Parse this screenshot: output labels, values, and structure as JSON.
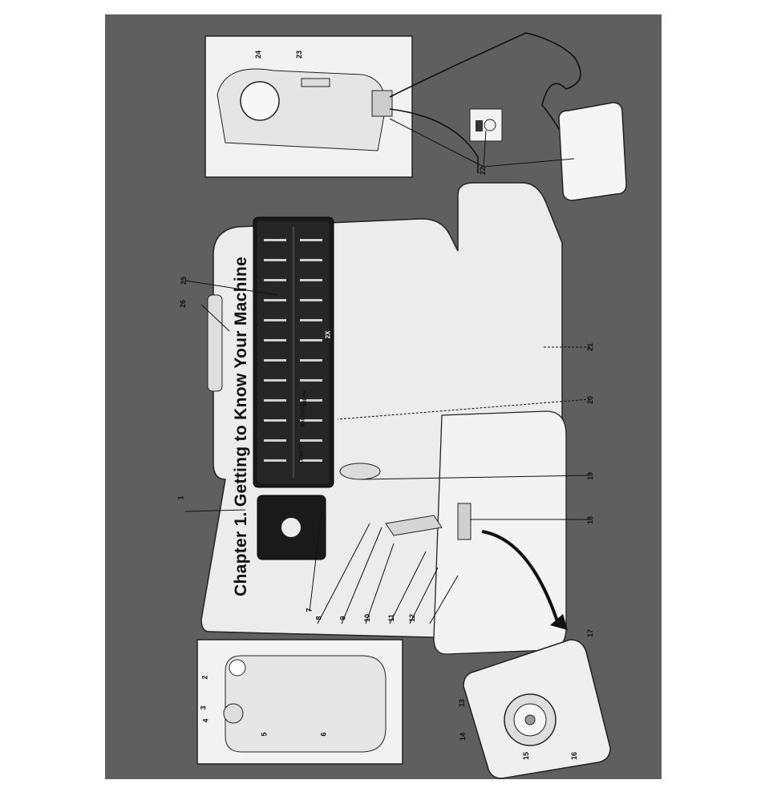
{
  "page": {
    "title": "Chapter 1. Getting to Know Your Machine"
  },
  "panel_labels": {
    "width": "WIDTH",
    "balance": "BALANCE",
    "length": "LENGTH",
    "twice": "2X"
  },
  "callouts": {
    "n1": "1",
    "n2": "2",
    "n3": "3",
    "n4": "4",
    "n5": "5",
    "n6": "6",
    "n7": "7",
    "n8": "8",
    "n9": "9",
    "n10": "10",
    "n11": "11",
    "n12": "12",
    "n13": "13",
    "n14": "14",
    "n15": "15",
    "n16": "16",
    "n17": "17",
    "n18": "18",
    "n19": "19",
    "n20": "20",
    "n21": "21",
    "n22": "22",
    "n23": "23",
    "n24": "24",
    "n25": "25",
    "n26": "26"
  },
  "colors": {
    "background": "#5f5f5f",
    "machine": "#e8e8e8",
    "panel": "#1a1a1a",
    "line": "#111111"
  }
}
